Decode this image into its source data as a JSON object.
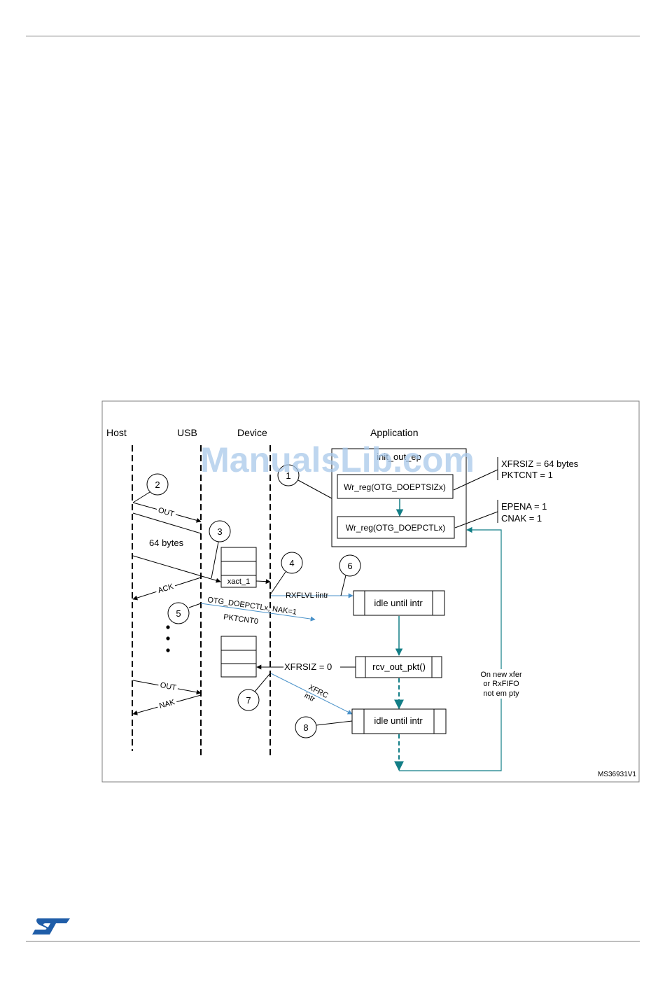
{
  "diagram": {
    "lanes": {
      "host": "Host",
      "usb": "USB",
      "device": "Device",
      "application": "Application"
    },
    "init_box_label": "init_out_ep",
    "watermark": "ManualsLib.com",
    "boxes": {
      "wr_siz": "Wr_reg(OTG_DOEPTSIZx)",
      "wr_ctl": "Wr_reg(OTG_DOEPCTLx)",
      "idle1": "idle until intr",
      "rcv": "rcv_out_pkt()",
      "idle2": "idle until intr",
      "xact": "xact_1"
    },
    "reg_notes": {
      "siz_line1": "XFRSIZ  = 64 bytes",
      "siz_line2": "PKTCNT  = 1",
      "ctl_line1": "EPENA = 1",
      "ctl_line2": "CNAK  = 1"
    },
    "messages": {
      "out1": "OUT",
      "bytes": "64  bytes",
      "ack": "ACK",
      "out2": "OUT",
      "nak": "NAK",
      "rxflvl": "RXFLVL  iintr",
      "doepctl": "OTG_DOEPCTLx, NAK=1",
      "pktcnt": "PKTCNT0",
      "xfrsiz0": "XFRSIZ  = 0",
      "xfrc1": "XFRC",
      "xfrc2": "intr",
      "loop1": "On new xfer",
      "loop2": "or RxFIFO",
      "loop3": "not em pty"
    },
    "steps": [
      "1",
      "2",
      "3",
      "4",
      "5",
      "6",
      "7",
      "8"
    ],
    "figure_id": "MS36931V1"
  },
  "colors": {
    "teal": "#127e86",
    "blue": "#4a92c9",
    "rule": "#7f7f7f",
    "logo": "#1f5da8",
    "watermark": "#a9c9ea"
  },
  "footer": {
    "logo_icon": "st-logo-icon"
  }
}
